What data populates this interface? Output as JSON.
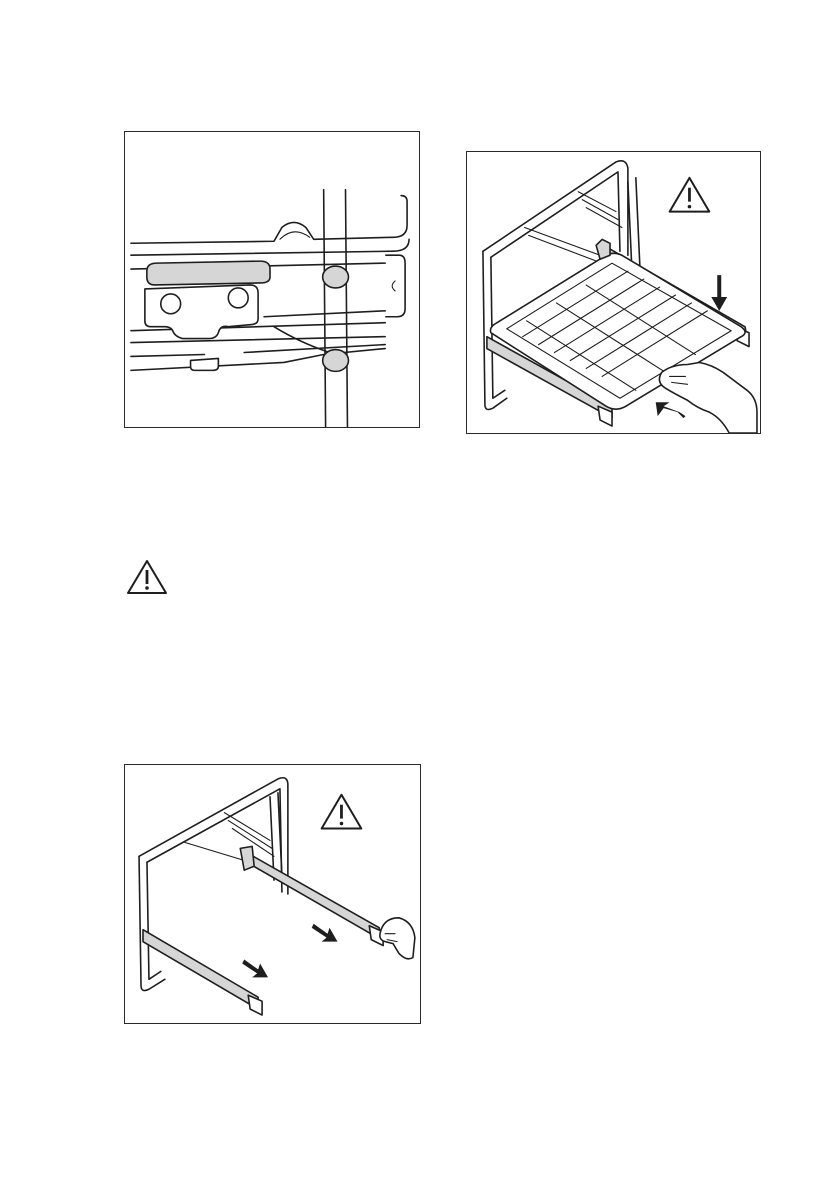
{
  "document": {
    "figures": [
      {
        "id": "rack-detail",
        "icons": [
          "rack-support-detail"
        ]
      },
      {
        "id": "insert-shelf",
        "icons": [
          "warning-triangle-icon",
          "arrow-down-icon",
          "arrow-in-icon",
          "hand-icon"
        ]
      },
      {
        "id": "pull-runner",
        "icons": [
          "warning-triangle-icon",
          "arrow-out-icon",
          "hand-icon"
        ]
      }
    ],
    "standalone_warning_icon": "warning-triangle-icon",
    "colors": {
      "line": "#1e1e1e",
      "shade": "#d6d6d6",
      "background": "#ffffff"
    }
  }
}
